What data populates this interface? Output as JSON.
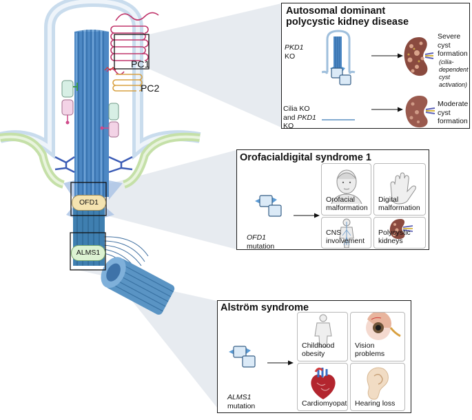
{
  "cilium": {
    "labels": {
      "pc1": "PC1",
      "pc2": "PC2",
      "ofd1": "OFD1",
      "alms1": "ALMS1"
    }
  },
  "adpkd": {
    "title_line1": "Autosomal dominant",
    "title_line2": "polycystic kidney disease",
    "row1": {
      "gene": "PKD1",
      "ko": "KO",
      "result_line1": "Severe",
      "result_line2": "cyst",
      "result_line3": "formation",
      "note_line1": "(cilia-",
      "note_line2": "dependent",
      "note_line3": "cyst",
      "note_line4": "activation)"
    },
    "row2": {
      "line1": "Cilia KO",
      "line2_prefix": "and",
      "line2_gene": "PKD1",
      "line3": "KO",
      "result_line1": "Moderate",
      "result_line2": "cyst",
      "result_line3": "formation"
    }
  },
  "ofd": {
    "title": "Orofacialdigital syndrome 1",
    "gene": "OFD1",
    "mutation": "mutation",
    "cells": [
      {
        "line1": "Orofacial",
        "line2": "malformation",
        "icon": "face-icon"
      },
      {
        "line1": "Digital",
        "line2": "malformation",
        "icon": "hand-icon"
      },
      {
        "line1": "CNS",
        "line2": "involvement",
        "icon": "body-cns-icon"
      },
      {
        "line1": "Polycystic",
        "line2": "kidneys",
        "icon": "kidney-icon"
      }
    ]
  },
  "alstrom": {
    "title": "Alström syndrome",
    "gene": "ALMS1",
    "mutation": "mutation",
    "cells": [
      {
        "line1": "Childhood",
        "line2": "obesity",
        "icon": "body-icon"
      },
      {
        "line1": "Vision",
        "line2": "problems",
        "icon": "eye-icon"
      },
      {
        "line1": "",
        "line2": "Cardiomyopathy",
        "icon": "heart-icon"
      },
      {
        "line1": "",
        "line2": "Hearing loss",
        "icon": "ear-icon"
      }
    ]
  }
}
